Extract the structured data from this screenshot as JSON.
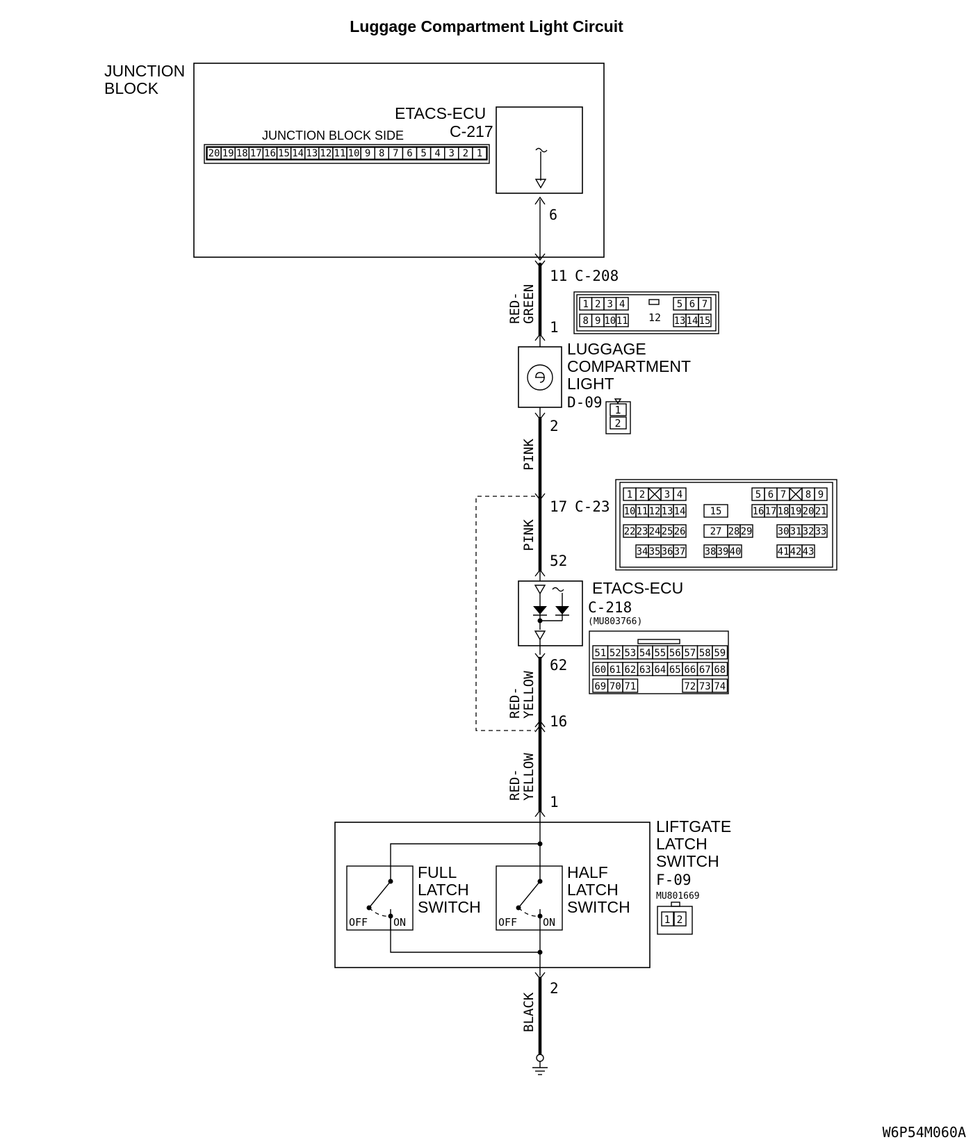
{
  "title": "Luggage Compartment Light Circuit",
  "footer_code": "W6P54M060A",
  "junction_block": {
    "label_line1": "JUNCTION",
    "label_line2": "BLOCK",
    "side_label": "JUNCTION BLOCK SIDE",
    "pins": [
      "20",
      "19",
      "18",
      "17",
      "16",
      "15",
      "14",
      "13",
      "12",
      "11",
      "10",
      "9",
      "8",
      "7",
      "6",
      "5",
      "4",
      "3",
      "2",
      "1"
    ]
  },
  "etacs_top": {
    "name": "ETACS-ECU",
    "connector": "C-217",
    "pin": "6"
  },
  "c208": {
    "connector": "C-208",
    "pin_top": "11",
    "pin_bottom": "1",
    "wire_color_line1": "RED-",
    "wire_color_line2": "GREEN",
    "row1_left": [
      "1",
      "2",
      "3",
      "4"
    ],
    "row1_right": [
      "5",
      "6",
      "7"
    ],
    "row2_left": [
      "8",
      "9",
      "10",
      "11"
    ],
    "row2_right": [
      "13",
      "14",
      "15"
    ],
    "center": "12"
  },
  "luggage_light": {
    "line1": "LUGGAGE",
    "line2": "COMPARTMENT",
    "line3": "LIGHT",
    "connector": "D-09",
    "pin_out": "2",
    "conn_pins": [
      "1",
      "2"
    ]
  },
  "wire_pink_1": "PINK",
  "c23": {
    "connector": "C-23",
    "pin_top": "17",
    "pin_bottom": "52",
    "wire_color": "PINK",
    "r1a": [
      "1",
      "2"
    ],
    "r1b": [
      "3",
      "4"
    ],
    "r1c": [
      "5",
      "6",
      "7"
    ],
    "r1d": [
      "8",
      "9"
    ],
    "r2a": [
      "10",
      "11",
      "12",
      "13",
      "14"
    ],
    "r2b": "15",
    "r2c": [
      "16",
      "17",
      "18",
      "19",
      "20",
      "21"
    ],
    "r3a": [
      "22",
      "23",
      "24",
      "25",
      "26"
    ],
    "r3b": [
      "27",
      "28",
      "29"
    ],
    "r3c": [
      "30",
      "31",
      "32",
      "33"
    ],
    "r4a": [
      "34",
      "35",
      "36",
      "37"
    ],
    "r4b": [
      "38",
      "39",
      "40"
    ],
    "r4c": [
      "41",
      "42",
      "43"
    ]
  },
  "etacs_mid": {
    "name": "ETACS-ECU",
    "connector": "C-218",
    "part": "(MU803766)",
    "pin_out": "62",
    "row1": [
      "51",
      "52",
      "53",
      "54",
      "55",
      "56",
      "57",
      "58",
      "59"
    ],
    "row2": [
      "60",
      "61",
      "62",
      "63",
      "64",
      "65",
      "66",
      "67",
      "68"
    ],
    "row3_left": [
      "69",
      "70",
      "71"
    ],
    "row3_right": [
      "72",
      "73",
      "74"
    ]
  },
  "wire_ry_1_line1": "RED-",
  "wire_ry_1_line2": "YELLOW",
  "junction_pin": "16",
  "wire_ry_2_line1": "RED-",
  "wire_ry_2_line2": "YELLOW",
  "liftgate": {
    "pin_in": "1",
    "pin_out": "2",
    "line1": "LIFTGATE",
    "line2": "LATCH",
    "line3": "SWITCH",
    "connector": "F-09",
    "part": "MU801669",
    "conn_pins": [
      "1",
      "2"
    ],
    "full_line1": "FULL",
    "full_line2": "LATCH",
    "full_line3": "SWITCH",
    "half_line1": "HALF",
    "half_line2": "LATCH",
    "half_line3": "SWITCH",
    "off_label": "OFF",
    "on_label": "ON"
  },
  "wire_black": "BLACK"
}
